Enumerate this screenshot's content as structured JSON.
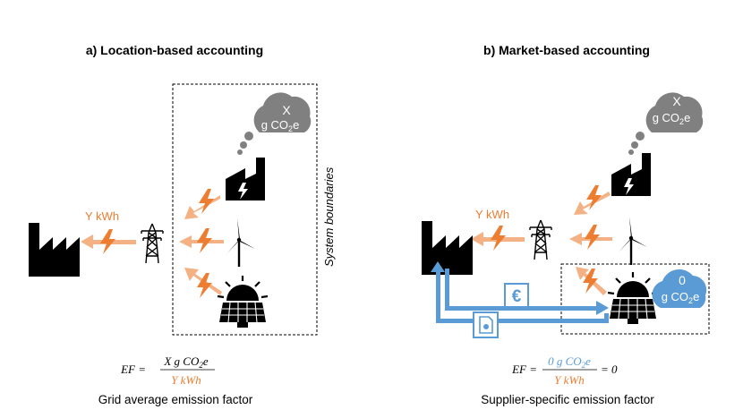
{
  "panel_a": {
    "title": "a) Location-based accounting",
    "cloud_line1": "X",
    "cloud_line2_prefix": "g CO",
    "cloud_sub": "2",
    "cloud_suffix": "e",
    "flow_label": "Y kWh",
    "boundary_label": "System boundaries",
    "equation": {
      "lhs": "EF =",
      "numerator": "X g CO",
      "numerator_sub": "2",
      "numerator_suffix": "e",
      "denominator": "Y kWh"
    },
    "caption": "Grid average emission factor"
  },
  "panel_b": {
    "title": "b) Market-based accounting",
    "cloud_line1": "X",
    "cloud_line2_prefix": "g CO",
    "cloud_sub": "2",
    "cloud_suffix": "e",
    "flow_label": "Y kWh",
    "green_cloud_line1": "0",
    "green_cloud_line2_prefix": "g CO",
    "green_cloud_sub": "2",
    "green_cloud_suffix": "e",
    "euro_symbol": "€",
    "equation": {
      "lhs": "EF =",
      "numerator": "0 g CO",
      "numerator_sub": "2",
      "numerator_suffix": "e",
      "denominator": "Y kWh",
      "rhs": "= 0"
    },
    "caption": "Supplier-specific emission factor"
  },
  "colors": {
    "orange": "#ed7d31",
    "light_orange": "#f4b183",
    "blue": "#5b9bd5",
    "grey": "#808080",
    "black": "#000000"
  }
}
